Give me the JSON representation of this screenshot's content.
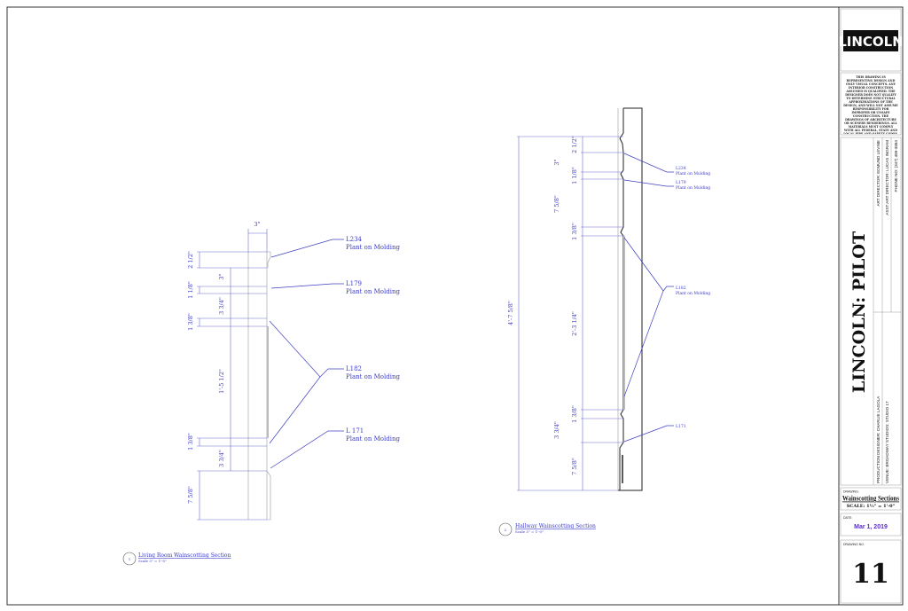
{
  "title_block": {
    "logo_text": "LINCOLN",
    "disclaimer": "THIS DRAWING IS REPRESENTING DESIGN AND ONLY VISUAL CONCEPTS. ANY INTERIOR CONSTRUCTION ASSUMED IS QUALIFIED. THE DESIGNER DOES NOT QUALIFY TO DETERMINE STRUCTURAL APPROXIMATIONS OF THE DESIGN, AND WILL NOT ASSUME RESPONSIBILITY FOR IMPROPER OR UNSAFE CONSTRUCTION. THE DRAWINGS OF ARCHITECTURE OR SCENERY RENDERINGS. ALL MATERIALS MUST COMPLY WITH ALL FEDERAL, STATE AND LOCAL FIRE AND SAFETY CODES.",
    "project_title": "LINCOLN: PILOT",
    "production_designer": "PRODUCTION DESIGNER: CHARLIE LAGOLA",
    "venue": "VENUE: BROADWAY STUDIOS: STUDIO 17",
    "art_director": "ART DIRECTOR: EDMUND LEVINE",
    "asst_art_director": "ASST ART DIRECTOR: LUCAS INGRAM",
    "phone": "PHONE NO: (347) 489-3884",
    "drawing_label": "DRAWING:",
    "drawing_name": "Wainscotting Sections",
    "scale": "SCALE: 1½\" = 1'-0\"",
    "date_label": "DATE:",
    "date": "Mar 1, 2019",
    "drawing_no_label": "DRAWING NO.",
    "drawing_no": "11",
    "date_color": "#5a2ad0"
  },
  "living_room": {
    "title": "Living Room Wainscotting Section",
    "scale": "Scale 3\" = 1'-0\"",
    "number": "1",
    "dims": [
      "3\"",
      "2 1/2\"",
      "3\"",
      "1 1/8\"",
      "3 3/4\"",
      "1 3/8\"",
      "1'-5 1/2\"",
      "1 3/8\"",
      "3 3/4\"",
      "7 5/8\""
    ],
    "callouts": [
      {
        "code": "L234",
        "desc": "Plant on Molding"
      },
      {
        "code": "L179",
        "desc": "Plant on Molding"
      },
      {
        "code": "L182",
        "desc": "Plant on Molding"
      },
      {
        "code": "L 171",
        "desc": "Plant on Molding"
      }
    ]
  },
  "hallway": {
    "title": "Hallway Wainscotting Section",
    "scale": "Scale 3\" = 1'-0\"",
    "number": "2",
    "dims": [
      "2 1/2\"",
      "3\"",
      "1 1/8\"",
      "7 5/8\"",
      "1 3/8\"",
      "4'-7 5/8\"",
      "2'-3 1/4\"",
      "1 3/8\"",
      "3 3/4\"",
      "7 5/8\""
    ],
    "callouts": [
      {
        "code": "L234",
        "desc": "Plant on Molding"
      },
      {
        "code": "L179",
        "desc": "Plant on Molding"
      },
      {
        "code": "L182",
        "desc": "Plant on Molding"
      },
      {
        "code": "L171",
        "desc": ""
      }
    ]
  }
}
